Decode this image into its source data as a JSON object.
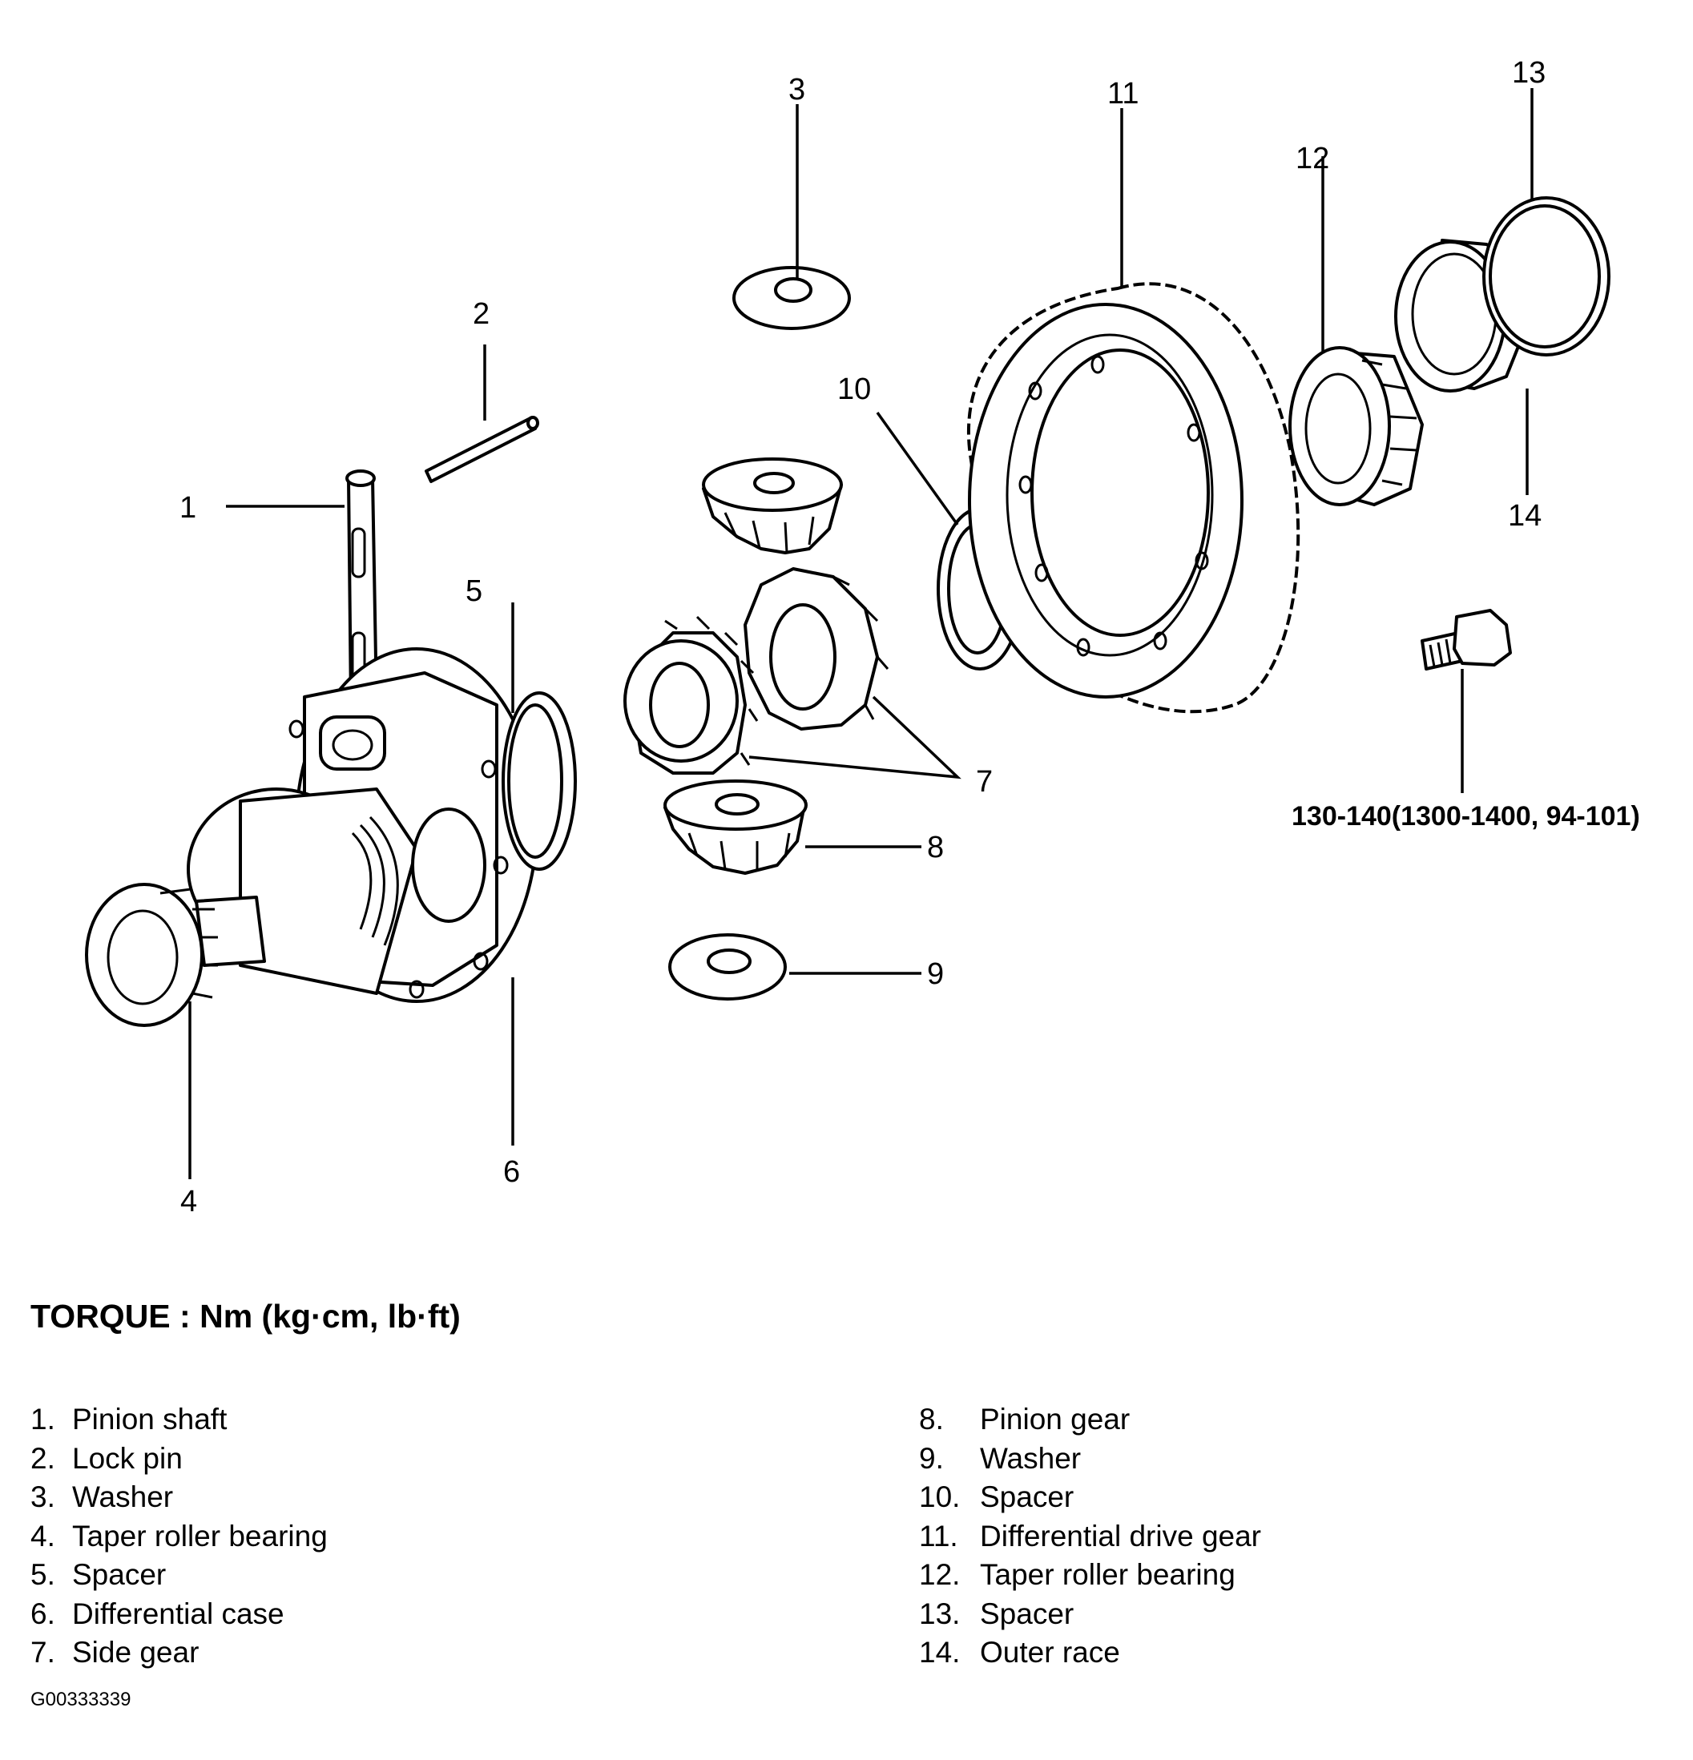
{
  "callouts": [
    "1",
    "2",
    "3",
    "4",
    "5",
    "6",
    "7",
    "8",
    "9",
    "10",
    "11",
    "12",
    "13",
    "14"
  ],
  "torque_spec": "130-140(1300-1400, 94-101)",
  "torque_heading": "TORQUE :  Nm (kg·cm, lb·ft)",
  "legend": {
    "left": [
      {
        "num": "1.",
        "label": "Pinion shaft"
      },
      {
        "num": "2.",
        "label": "Lock pin"
      },
      {
        "num": "3.",
        "label": "Washer"
      },
      {
        "num": "4.",
        "label": "Taper roller bearing"
      },
      {
        "num": "5.",
        "label": "Spacer"
      },
      {
        "num": "6.",
        "label": "Differential case"
      },
      {
        "num": "7.",
        "label": "Side gear"
      }
    ],
    "right": [
      {
        "num": "8.",
        "label": "Pinion gear"
      },
      {
        "num": "9.",
        "label": "Washer"
      },
      {
        "num": "10.",
        "label": "Spacer"
      },
      {
        "num": "11.",
        "label": "Differential drive gear"
      },
      {
        "num": "12.",
        "label": "Taper roller bearing"
      },
      {
        "num": "13.",
        "label": "Spacer"
      },
      {
        "num": "14.",
        "label": "Outer race"
      }
    ]
  },
  "figure_code": "G00333339"
}
